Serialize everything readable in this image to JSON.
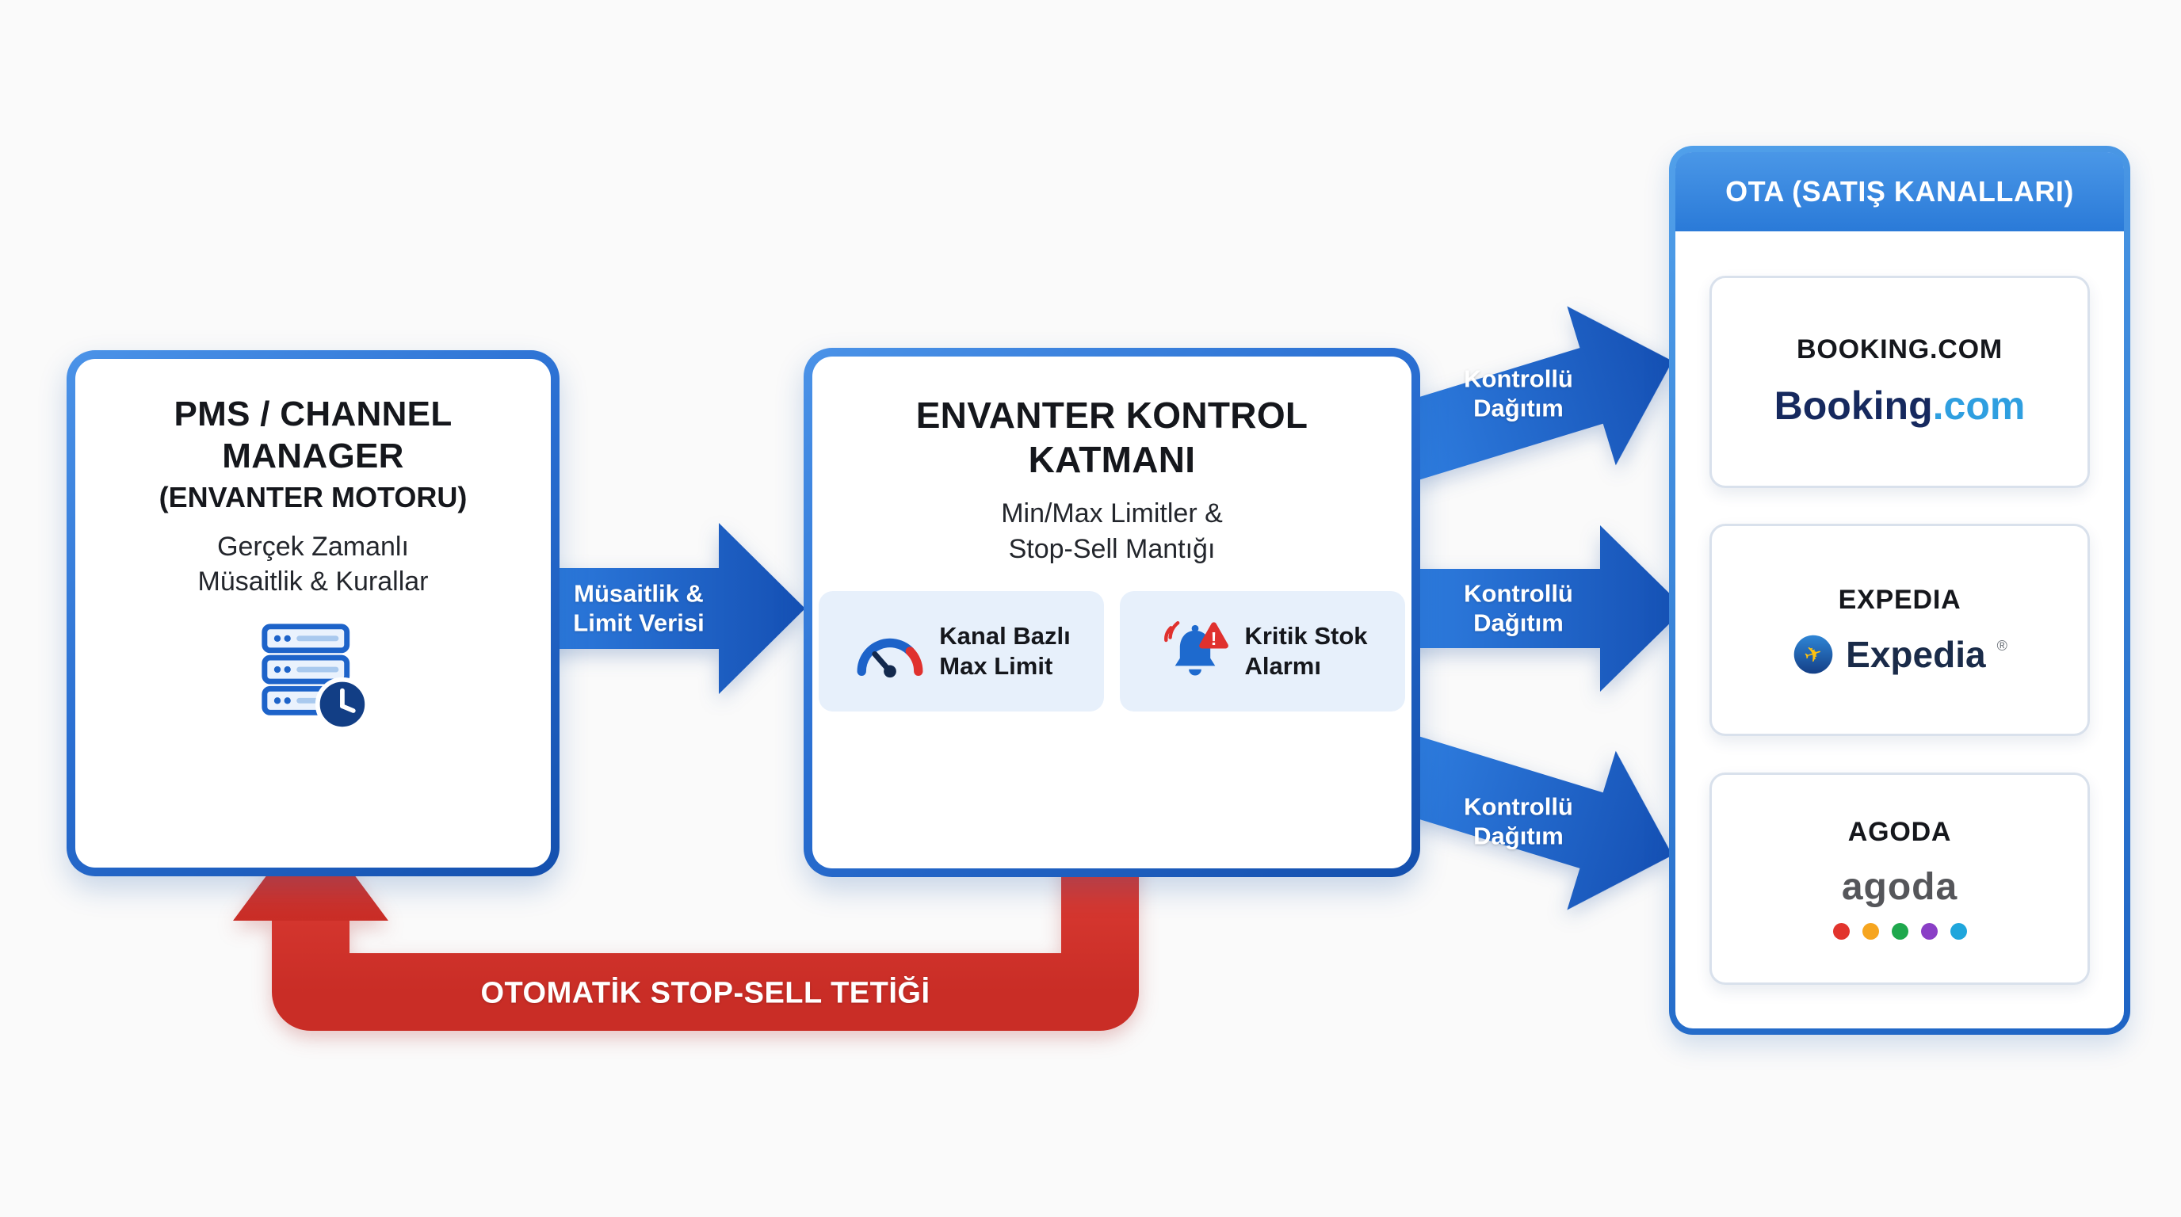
{
  "colors": {
    "background": "#fafafa",
    "box_border_blue": "#2a6fd2",
    "arrow_blue": "#1d5fc6",
    "arrow_red": "#da322b",
    "panel_header_blue": "#2a7ad8",
    "chip_background": "#e7f0fb",
    "booking_navy": "#16295e",
    "booking_cyan": "#2f9fe0",
    "expedia_navy": "#1a2b49",
    "agoda_gray": "#55565a"
  },
  "pms_box": {
    "icon": "server-clock-icon",
    "title_line1": "PMS / CHANNEL",
    "title_line2": "MANAGER",
    "title_line3": "(ENVANTER MOTORU)",
    "subtitle_line1": "Gerçek Zamanlı",
    "subtitle_line2": "Müsaitlik & Kurallar"
  },
  "availability_arrow": {
    "label_line1": "Müsaitlik &",
    "label_line2": "Limit Verisi"
  },
  "control_box": {
    "title_line1": "ENVANTER KONTROL",
    "title_line2": "KATMANI",
    "subtitle_line1": "Min/Max Limitler &",
    "subtitle_line2": "Stop-Sell Mantığı",
    "chips": [
      {
        "icon": "gauge-icon",
        "label_line1": "Kanal Bazlı",
        "label_line2": "Max Limit"
      },
      {
        "icon": "alarm-bell-icon",
        "label_line1": "Kritik Stok",
        "label_line2": "Alarmı"
      }
    ]
  },
  "distribution_arrows": [
    {
      "label_line1": "Kontrollü",
      "label_line2": "Dağıtım"
    },
    {
      "label_line1": "Kontrollü",
      "label_line2": "Dağıtım"
    },
    {
      "label_line1": "Kontrollü",
      "label_line2": "Dağıtım"
    }
  ],
  "stop_sell_arrow": {
    "label": "OTOMATİK STOP-SELL TETİĞİ"
  },
  "ota_panel": {
    "header": "OTA (SATIŞ KANALLARI)",
    "channels": [
      {
        "name": "BOOKING.COM",
        "logo_primary": "Booking",
        "logo_secondary": ".com"
      },
      {
        "name": "EXPEDIA",
        "logo_mark": "globe-plane-icon",
        "logo_text": "Expedia",
        "logo_registered": "®"
      },
      {
        "name": "AGODA",
        "logo_text": "agoda",
        "dot_styles": [
          "background:#e2342d",
          "background:#f6a51f",
          "background:#1fa84d",
          "background:#8a3fc6",
          "background:#1fa6dc"
        ]
      }
    ]
  }
}
